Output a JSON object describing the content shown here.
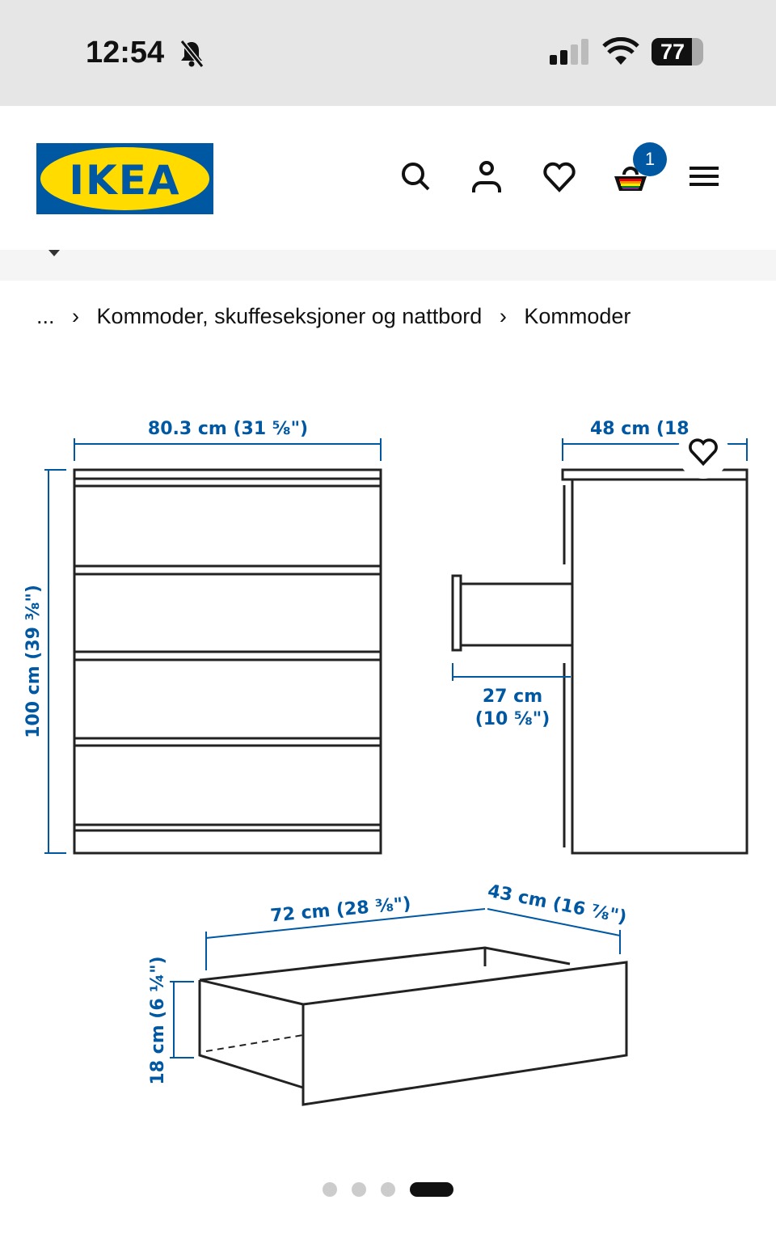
{
  "status_bar": {
    "time": "12:54",
    "battery": "77",
    "silent_icon": "bell-slash-icon"
  },
  "header": {
    "logo_text": "IKEA",
    "cart_count": "1",
    "icons": [
      "search-icon",
      "user-icon",
      "heart-icon",
      "cart-icon",
      "menu-icon"
    ]
  },
  "breadcrumb": {
    "items": [
      "...",
      "Kommoder, skuffeseksjoner og nattbord",
      "Kommoder"
    ],
    "separator": "›"
  },
  "image": {
    "width_label": "80.3 cm (31 ⅝\")",
    "depth_label": "48 cm (18",
    "height_label": "100 cm (39 ⅜\")",
    "drawer_ext_label_1": "27 cm",
    "drawer_ext_label_2": "(10 ⅝\")",
    "drawer_width_label": "72 cm (28 ⅜\")",
    "drawer_depth_label": "43 cm (16 ⅞\")",
    "drawer_height_label": "18 cm (6 ¼\")"
  },
  "carousel": {
    "count": 4,
    "active": 4
  },
  "colors": {
    "brand_blue": "#0058a3",
    "brand_yellow": "#ffdb00",
    "dimension_blue": "#0058a3"
  }
}
